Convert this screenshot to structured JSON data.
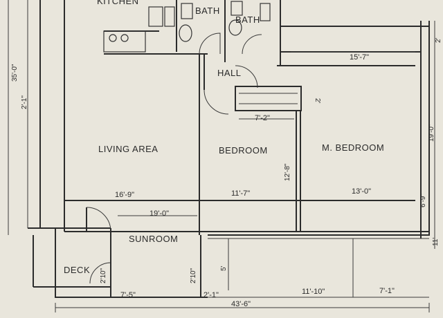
{
  "rooms": {
    "kitchen": "KITCHEN",
    "bath1": "BATH",
    "bath2": "BATH",
    "hall": "HALL",
    "living_area": "LIVING AREA",
    "bedroom": "BEDROOM",
    "master_bedroom": "M. BEDROOM",
    "sunroom": "SUNROOM",
    "deck": "DECK"
  },
  "dimensions": {
    "overall_depth": "35'-0\"",
    "left_small": "2'-1\"",
    "top_right": "15'-7\"",
    "right_small": "2'",
    "right_depth": "19'-0\"",
    "right_lower": "6'-9\"",
    "right_bottom": "11'",
    "closet_width": "7'-2\"",
    "closet_depth": "2'",
    "bedroom_depth": "12'-8\"",
    "living_width": "16'-9\"",
    "bedroom_width": "11'-7\"",
    "master_width": "13'-0\"",
    "sunroom_width": "19'-0\"",
    "deck_depth": "2'10\"",
    "sunroom_depth": "2'10\"",
    "step_height": "5'",
    "deck_width": "7'-5\"",
    "sunroom_step": "2'-1\"",
    "overall_width": "43'-6\"",
    "lower_mid": "11'-10\"",
    "lower_right": "7'-1\""
  }
}
